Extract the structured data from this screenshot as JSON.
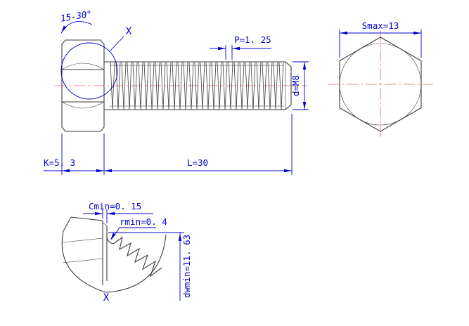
{
  "colors": {
    "line": "#3c3c3c",
    "dimension": "#0000cc",
    "centerline": "#e06666",
    "background": "#ffffff"
  },
  "side_view": {
    "angle_label": "15-30°",
    "detail_ref_label": "X",
    "pitch_label": "P=1. 25",
    "thread_diameter_label": "d=M8",
    "head_height_label": "K=5. 3",
    "length_label": "L=30"
  },
  "end_view": {
    "across_flats_label": "Smax=13"
  },
  "detail_view": {
    "chamfer_min_label": "Cmin=0. 15",
    "fillet_radius_label": "rmin=0. 4",
    "washer_dia_label": "dwmin=11. 63",
    "detail_name_label": "X"
  }
}
